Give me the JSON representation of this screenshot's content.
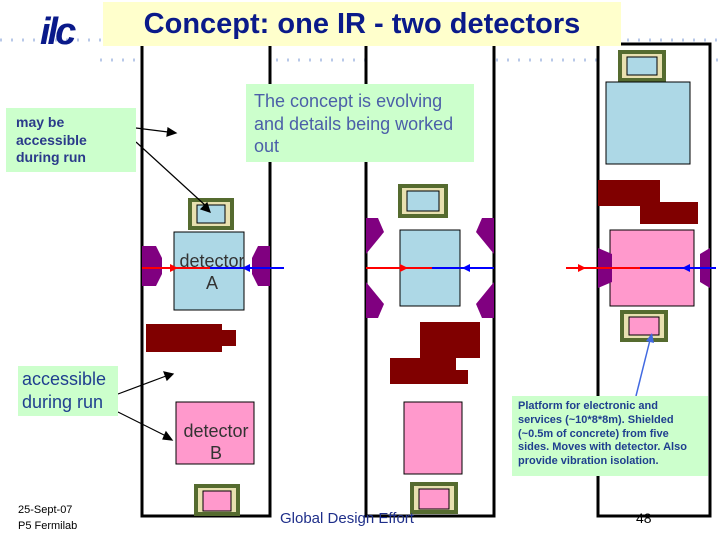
{
  "logo": {
    "text": "ilc",
    "icon": "ilc-logo-icon"
  },
  "title": "Concept: one IR - two detectors",
  "notes": {
    "evolving": "The concept is evolving and details being worked out",
    "accessible_top": "may be accessible during run",
    "accessible_bottom": "accessible during run",
    "platform": "Platform for electronic and services (~10*8*8m). Shielded (~0.5m of concrete) from five sides. Moves with detector. Also provide vibration isolation."
  },
  "detectors": {
    "a_line1": "detector",
    "a_line2": "A",
    "b_line1": "detector",
    "b_line2": "B"
  },
  "footer": {
    "date": "25-Sept-07",
    "place": "P5 Fermilab",
    "center": "Global Design Effort",
    "page": "48"
  },
  "colors": {
    "title_bg": "#ffffcc",
    "title_text": "#0a1a8a",
    "note_bg": "#ccffcc",
    "note_text": "#1f3f8f",
    "detector_blue": "#add8e6",
    "detector_pink": "#ff99cc",
    "shield_purple": "#800080",
    "block_red": "#800000",
    "beam_red": "#ff0000",
    "beam_blue": "#0000ff",
    "dots": "#b8c8e8"
  }
}
